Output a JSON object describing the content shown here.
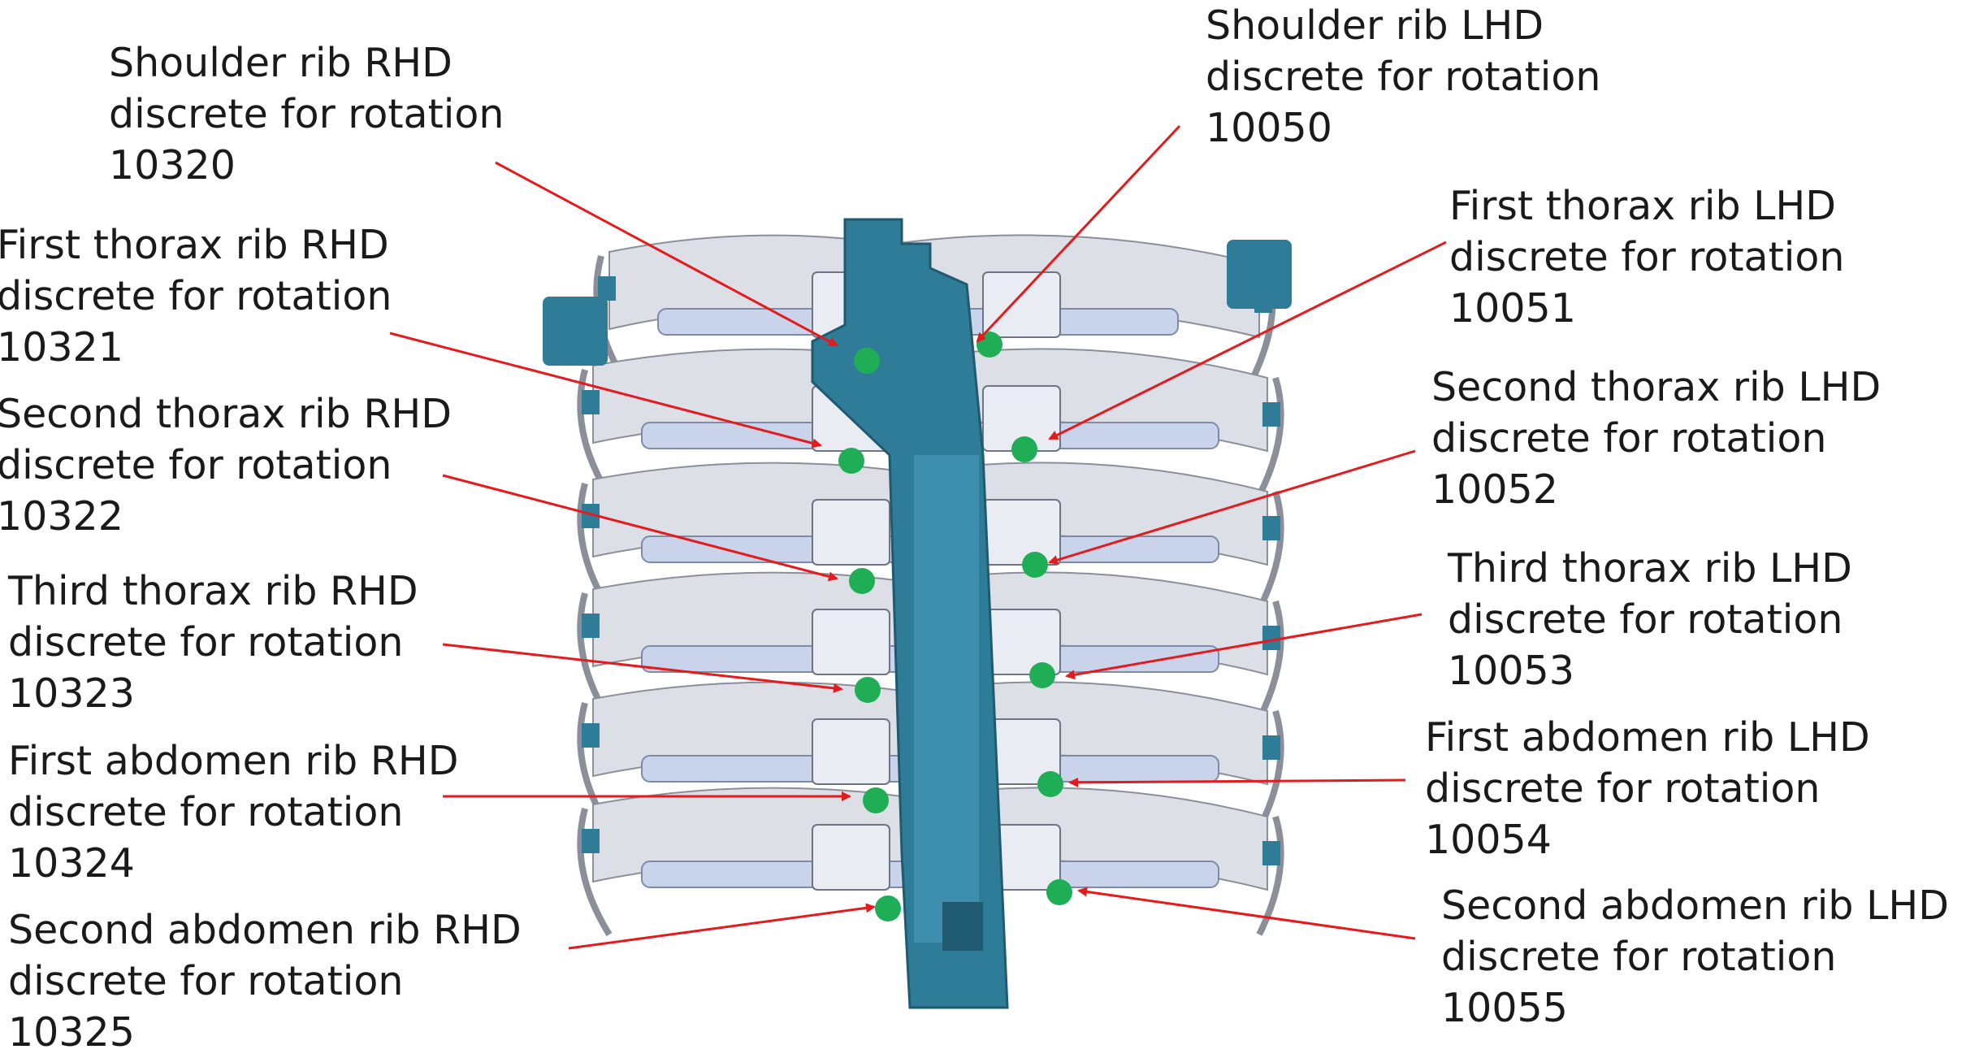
{
  "labels": [
    {
      "id": "shoulder-rhd",
      "lines": [
        "Shoulder rib RHD",
        "discrete for rotation",
        "10320"
      ]
    },
    {
      "id": "first-thorax-rhd",
      "lines": [
        "First thorax rib RHD",
        "discrete for rotation",
        "10321"
      ]
    },
    {
      "id": "second-thorax-rhd",
      "lines": [
        "Second thorax rib RHD",
        "discrete for rotation",
        "10322"
      ]
    },
    {
      "id": "third-thorax-rhd",
      "lines": [
        "Third thorax rib RHD",
        "discrete for rotation",
        "10323"
      ]
    },
    {
      "id": "first-abdomen-rhd",
      "lines": [
        "First abdomen rib RHD",
        "discrete for rotation",
        "10324"
      ]
    },
    {
      "id": "second-abdomen-rhd",
      "lines": [
        "Second abdomen rib RHD",
        "discrete for rotation",
        "10325"
      ]
    },
    {
      "id": "shoulder-lhd",
      "lines": [
        "Shoulder rib LHD",
        "discrete for rotation",
        "10050"
      ]
    },
    {
      "id": "first-thorax-lhd",
      "lines": [
        "First thorax rib LHD",
        "discrete for rotation",
        "10051"
      ]
    },
    {
      "id": "second-thorax-lhd",
      "lines": [
        "Second thorax rib LHD",
        "discrete for rotation",
        "10052"
      ]
    },
    {
      "id": "third-thorax-lhd",
      "lines": [
        "Third thorax rib LHD",
        "discrete for rotation",
        "10053"
      ]
    },
    {
      "id": "first-abdomen-lhd",
      "lines": [
        "First abdomen rib LHD",
        "discrete for rotation",
        "10054"
      ]
    },
    {
      "id": "second-abdomen-lhd",
      "lines": [
        "Second abdomen rib LHD",
        "discrete for rotation",
        "10055"
      ]
    }
  ],
  "colors": {
    "arrow": "#e41a1c",
    "marker": "#1fae55",
    "spine": "#2e7c98",
    "rib": "#dcdfe6",
    "rib_edge": "#8a8f99",
    "component": "#c9d4ea"
  }
}
